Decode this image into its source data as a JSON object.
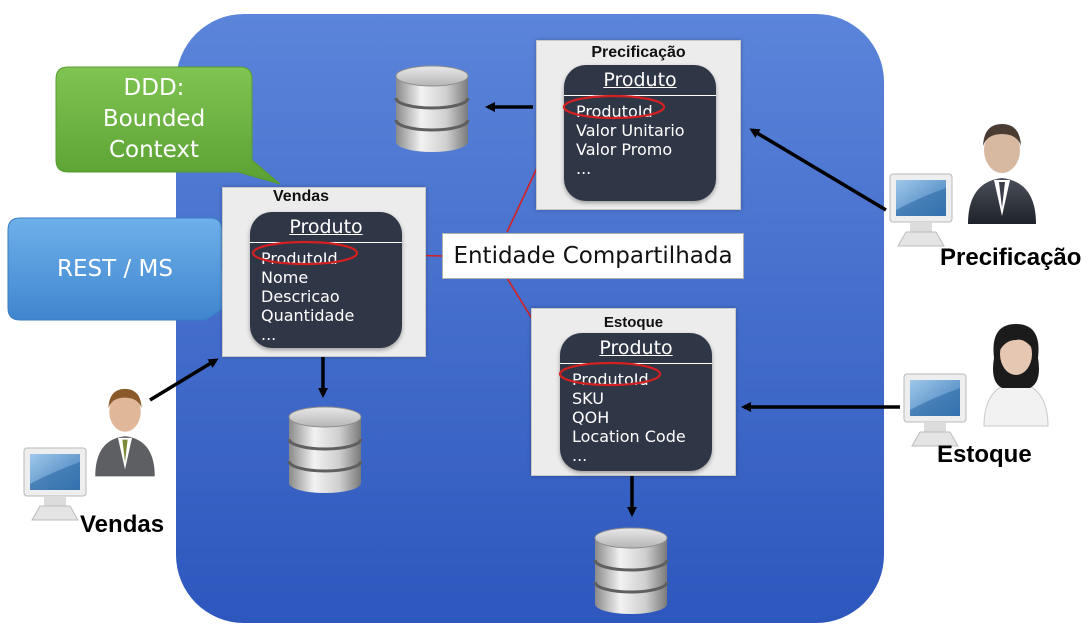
{
  "callouts": {
    "ddd": [
      "DDD:",
      "Bounded",
      "Context"
    ],
    "rest": "REST / MS",
    "shared_entity": "Entidade Compartilhada"
  },
  "contexts": {
    "vendas": {
      "title": "Vendas",
      "entity": "Produto",
      "fields": [
        "ProdutoId",
        "Nome",
        "Descricao",
        "Quantidade",
        "..."
      ]
    },
    "precificacao": {
      "title": "Precificação",
      "entity": "Produto",
      "fields": [
        "ProdutoId",
        "Valor Unitario",
        "Valor Promo",
        "..."
      ]
    },
    "estoque": {
      "title": "Estoque",
      "entity": "Produto",
      "fields": [
        "ProdutoId",
        "SKU",
        "QOH",
        "Location Code",
        "..."
      ]
    }
  },
  "actors": {
    "vendas": "Vendas",
    "precificacao": "Precificação",
    "estoque": "Estoque"
  },
  "colors": {
    "bounded_context_bg": "#3b66c4",
    "entity_card": "#2f3646",
    "ddd_callout": "#6db43f",
    "rest_callout": "#4a93d8",
    "highlight_ring": "#d42020",
    "shared_line": "#d42020"
  }
}
